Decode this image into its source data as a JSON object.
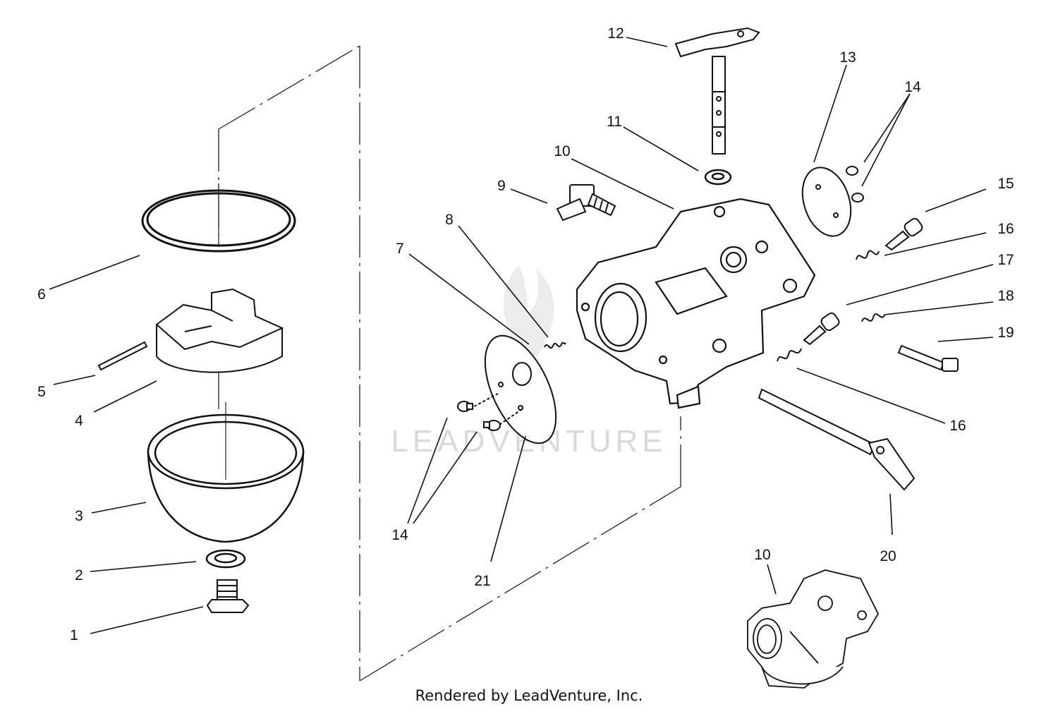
{
  "watermark": {
    "text": "LEADVENTURE"
  },
  "footer": {
    "credit": "Rendered by LeadVenture, Inc."
  },
  "callouts": [
    {
      "id": "1",
      "label": "1"
    },
    {
      "id": "2",
      "label": "2"
    },
    {
      "id": "3",
      "label": "3"
    },
    {
      "id": "4",
      "label": "4"
    },
    {
      "id": "5",
      "label": "5"
    },
    {
      "id": "6",
      "label": "6"
    },
    {
      "id": "7",
      "label": "7"
    },
    {
      "id": "8",
      "label": "8"
    },
    {
      "id": "9",
      "label": "9"
    },
    {
      "id": "10",
      "label": "10"
    },
    {
      "id": "10b",
      "label": "10"
    },
    {
      "id": "11",
      "label": "11"
    },
    {
      "id": "12",
      "label": "12"
    },
    {
      "id": "13",
      "label": "13"
    },
    {
      "id": "14a",
      "label": "14"
    },
    {
      "id": "14b",
      "label": "14"
    },
    {
      "id": "15",
      "label": "15"
    },
    {
      "id": "16a",
      "label": "16"
    },
    {
      "id": "16b",
      "label": "16"
    },
    {
      "id": "17",
      "label": "17"
    },
    {
      "id": "18",
      "label": "18"
    },
    {
      "id": "19",
      "label": "19"
    },
    {
      "id": "20",
      "label": "20"
    },
    {
      "id": "21",
      "label": "21"
    }
  ]
}
